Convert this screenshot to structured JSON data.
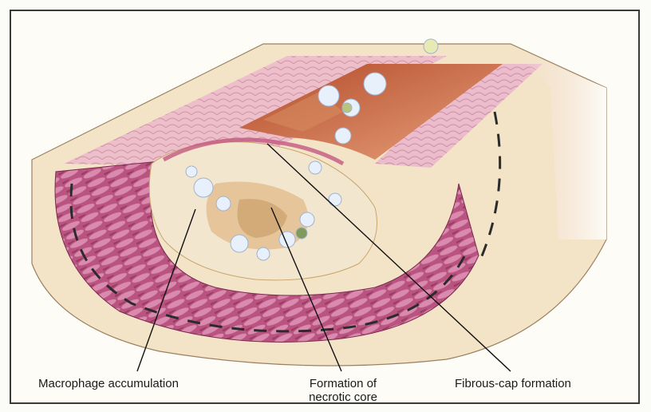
{
  "labels": {
    "macrophage": "Macrophage accumulation",
    "necrotic_line1": "Formation of",
    "necrotic_line2": "necrotic core",
    "fibrous_cap": "Fibrous-cap formation"
  },
  "colors": {
    "frame": "#3a3a3a",
    "intima_pink": "#e3a9c2",
    "muscle_magenta": "#a8476e",
    "lumen_orange": "#c8683e",
    "adventitia_cream": "#f4e8c8",
    "cell_white": "#e8f0fb"
  }
}
